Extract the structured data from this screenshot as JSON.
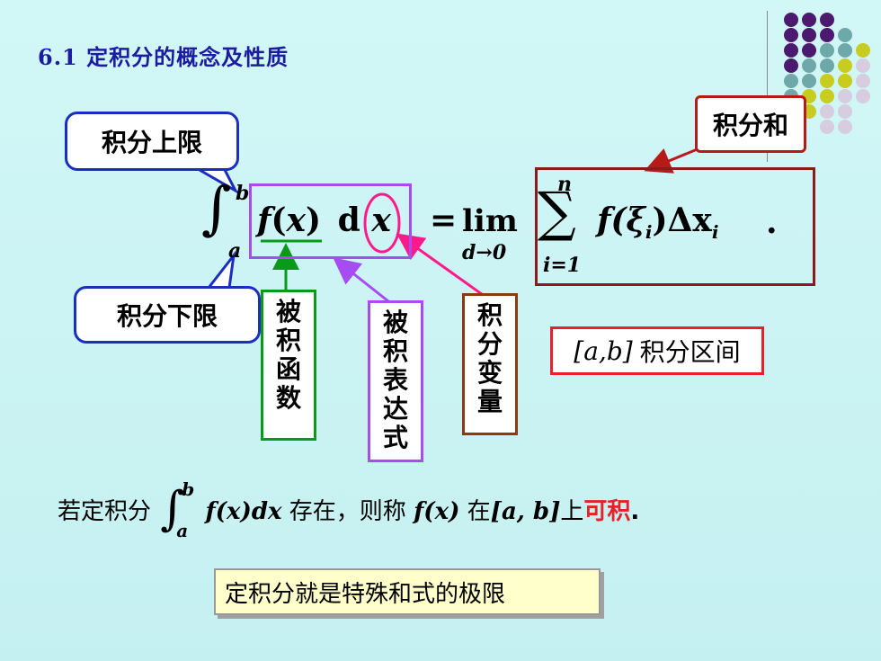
{
  "slide": {
    "title": "6.1  定积分的概念及性质"
  },
  "callouts": {
    "upper_limit": "积分上限",
    "lower_limit": "积分下限",
    "integral_sum": "积分和"
  },
  "formula": {
    "integral_sign": "∫",
    "upper": "b",
    "lower": "a",
    "integrand_f": "f",
    "integrand_paren_open": "(",
    "integrand_x": "x",
    "integrand_paren_close": ")",
    "d": "d",
    "dx_var": "x",
    "equals": "=",
    "lim": "lim",
    "lim_sub": "d→0",
    "sum_sign": "∑",
    "sum_upper": "n",
    "sum_lower": "i=1",
    "sum_term": "f(ξ",
    "sum_term_sub_i": "i",
    "sum_term_mid": ")Δx",
    "sum_term_sub_i2": "i",
    "period": "."
  },
  "labels": {
    "integrand": [
      "被",
      "积",
      "函",
      "数"
    ],
    "integrand_expr": [
      "被",
      "积",
      "表",
      "达",
      "式"
    ],
    "integration_variable": [
      "积",
      "分",
      "变",
      "量"
    ]
  },
  "interval": {
    "math": "[a,b]",
    "text": "积分区间"
  },
  "sentence": {
    "prefix": "若定积分",
    "int_upper": "b",
    "int_lower": "a",
    "expr": "f(x)dx",
    "mid": "存在，则称",
    "fx": "f(x)",
    "in": "在",
    "interval": "[a, b]",
    "on": "上",
    "integrable": "可积",
    "end": "."
  },
  "definition": "定积分就是特殊和式的极限",
  "colors": {
    "title": "#1c1ca0",
    "callout_border": "#1a2fc0",
    "integrand_box": "#a64cf0",
    "sum_box": "#8b1a1a",
    "green": "#0a9a1a",
    "pink": "#ff1a8c",
    "brown": "#8b3a10",
    "red": "#e8202a",
    "dot_purple": "#4b1a6e",
    "dot_gray": "#6fa8a8",
    "dot_yellow": "#c8cc20",
    "dot_lilac": "#d8cce0"
  }
}
